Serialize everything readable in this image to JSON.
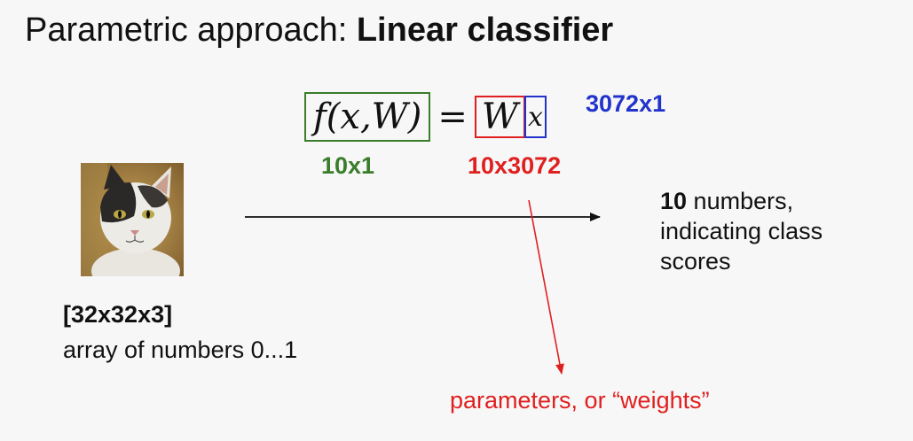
{
  "title": {
    "prefix": "Parametric approach: ",
    "emphasis": "Linear classifier"
  },
  "formula": {
    "lhs": "f(x,W)",
    "equals": "=",
    "weight_symbol": "W",
    "input_symbol": "x"
  },
  "dimensions": {
    "output": "10x1",
    "weights": "10x3072",
    "input": "3072x1"
  },
  "input_image": {
    "shape": "[32x32x3]",
    "description": "array of numbers 0...1"
  },
  "output_text": {
    "count": "10",
    "line1_rest": " numbers,",
    "line2": "indicating class",
    "line3": "scores"
  },
  "weights_label": "parameters, or “weights”",
  "colors": {
    "green": "#3a7d2a",
    "red": "#e02020",
    "blue": "#2233cc"
  }
}
